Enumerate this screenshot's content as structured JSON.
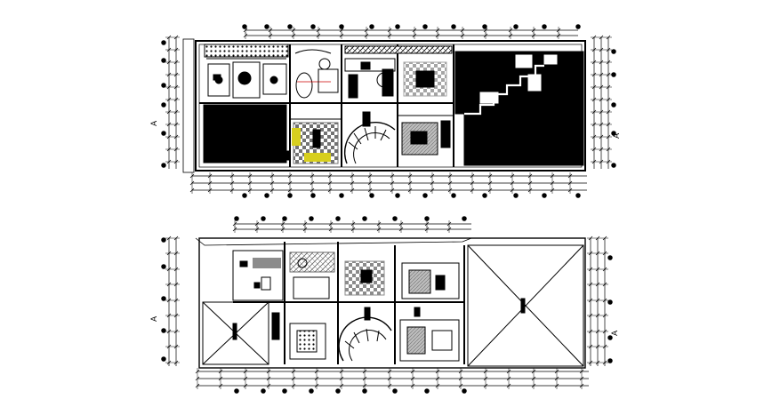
{
  "drawing": {
    "kind": "architectural floor plans (CAD)",
    "plans": [
      {
        "id": "upper-plan",
        "section_marks": [
          "A",
          "A"
        ]
      },
      {
        "id": "lower-plan",
        "section_marks": [
          "A",
          "A"
        ]
      }
    ],
    "colors": {
      "line": "#000000",
      "background": "#ffffff",
      "fill_dark": "#000000",
      "accent_yellow": "#d7cf1e",
      "hatch_gray": "#8c8c8c"
    },
    "symbols": [
      "dimension-line",
      "grid-bubble",
      "spiral-stair",
      "section-mark",
      "door-swing",
      "furniture"
    ]
  }
}
